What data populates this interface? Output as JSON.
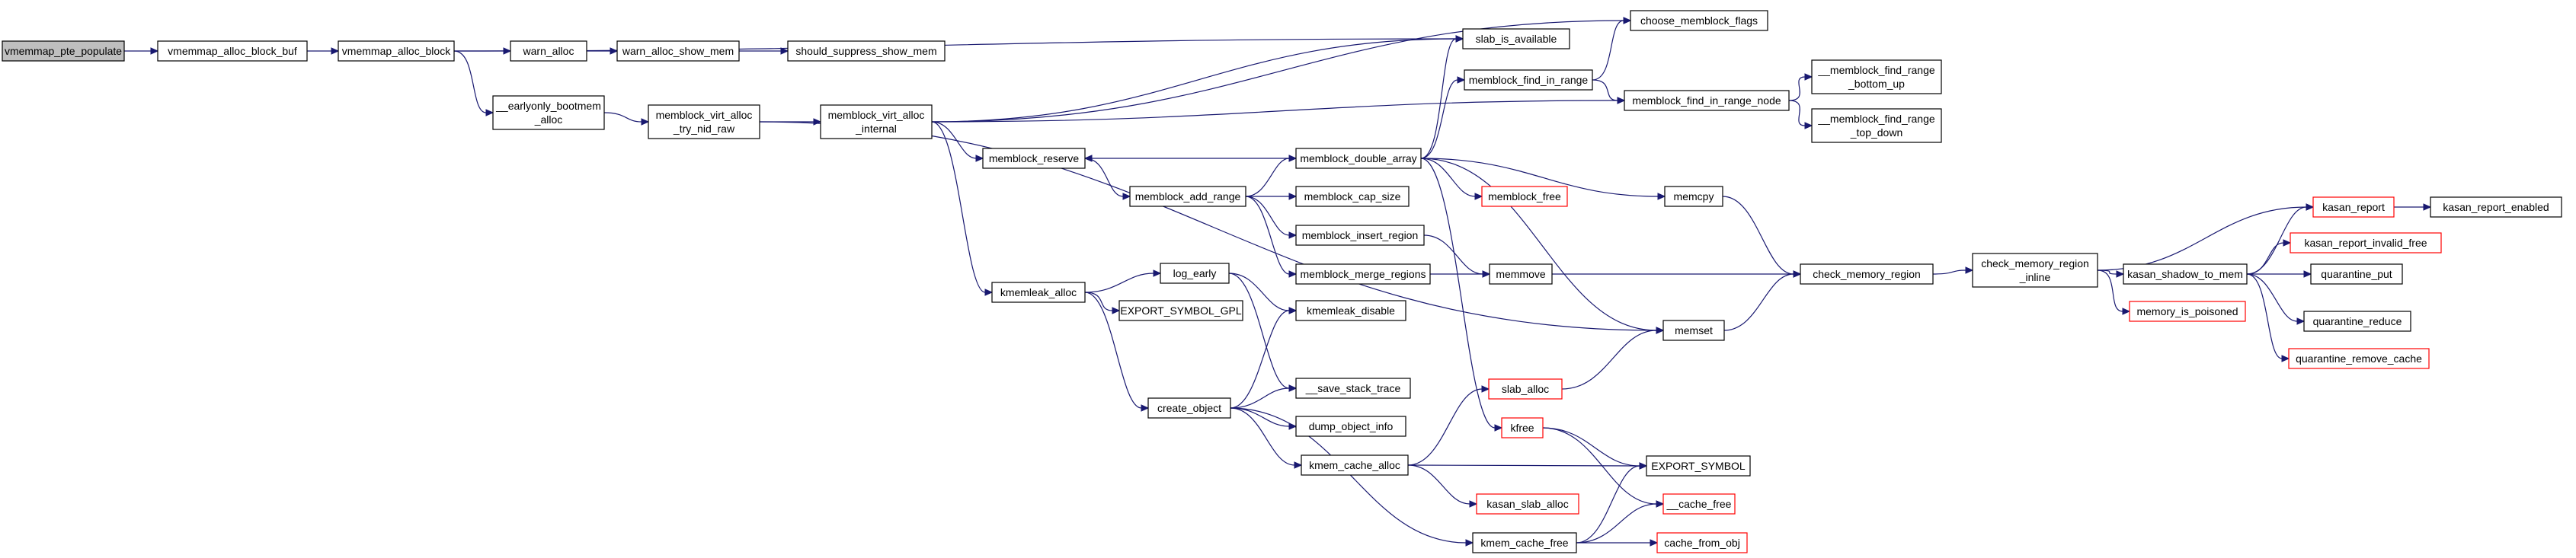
{
  "graph": {
    "nodes": {
      "vmemmap_pte_populate": "vmemmap_pte_populate",
      "vmemmap_alloc_block_buf": "vmemmap_alloc_block_buf",
      "vmemmap_alloc_block": "vmemmap_alloc_block",
      "warn_alloc": "warn_alloc",
      "warn_alloc_show_mem": "warn_alloc_show_mem",
      "should_suppress_show_mem": "should_suppress_show_mem",
      "earlyonly_bootmem_alloc": [
        "__earlyonly_bootmem",
        "_alloc"
      ],
      "memblock_virt_alloc_try_nid_raw": [
        "memblock_virt_alloc",
        "_try_nid_raw"
      ],
      "memblock_virt_alloc_internal": [
        "memblock_virt_alloc",
        "_internal"
      ],
      "slab_is_available": "slab_is_available",
      "choose_memblock_flags": "choose_memblock_flags",
      "memblock_find_in_range": "memblock_find_in_range",
      "memblock_find_in_range_node": "memblock_find_in_range_node",
      "memblock_find_range_bottom_up": [
        "__memblock_find_range",
        "_bottom_up"
      ],
      "memblock_find_range_top_down": [
        "__memblock_find_range",
        "_top_down"
      ],
      "memblock_reserve": "memblock_reserve",
      "memblock_double_array": "memblock_double_array",
      "memblock_add_range": "memblock_add_range",
      "memblock_cap_size": "memblock_cap_size",
      "memblock_free": "memblock_free",
      "memblock_insert_region": "memblock_insert_region",
      "memblock_merge_regions": "memblock_merge_regions",
      "memcpy": "memcpy",
      "memmove": "memmove",
      "check_memory_region": "check_memory_region",
      "check_memory_region_inline": [
        "check_memory_region",
        "_inline"
      ],
      "kasan_report": "kasan_report",
      "kasan_report_enabled": "kasan_report_enabled",
      "kasan_shadow_to_mem": "kasan_shadow_to_mem",
      "kasan_report_invalid_free": "kasan_report_invalid_free",
      "memory_is_poisoned": "memory_is_poisoned",
      "quarantine_put": "quarantine_put",
      "quarantine_reduce": "quarantine_reduce",
      "quarantine_remove_cache": "quarantine_remove_cache",
      "memset": "memset",
      "kmemleak_alloc": "kmemleak_alloc",
      "log_early": "log_early",
      "EXPORT_SYMBOL_GPL": "EXPORT_SYMBOL_GPL",
      "kmemleak_disable": "kmemleak_disable",
      "create_object": "create_object",
      "save_stack_trace": "__save_stack_trace",
      "dump_object_info": "dump_object_info",
      "kmem_cache_alloc": "kmem_cache_alloc",
      "kasan_slab_alloc": "kasan_slab_alloc",
      "kmem_cache_free": "kmem_cache_free",
      "slab_alloc": "slab_alloc",
      "kfree": "kfree",
      "EXPORT_SYMBOL": "EXPORT_SYMBOL",
      "cache_free": "__cache_free",
      "cache_from_obj": "cache_from_obj"
    },
    "root_node": "vmemmap_pte_populate",
    "truncated_nodes": [
      "memblock_free",
      "kasan_report",
      "kasan_report_invalid_free",
      "memory_is_poisoned",
      "quarantine_remove_cache",
      "kasan_slab_alloc",
      "slab_alloc",
      "kfree",
      "cache_free",
      "cache_from_obj"
    ],
    "edges": [
      [
        "vmemmap_pte_populate",
        "vmemmap_alloc_block_buf"
      ],
      [
        "vmemmap_alloc_block_buf",
        "vmemmap_alloc_block"
      ],
      [
        "vmemmap_alloc_block",
        "warn_alloc"
      ],
      [
        "vmemmap_alloc_block",
        "slab_is_available"
      ],
      [
        "vmemmap_alloc_block",
        "earlyonly_bootmem_alloc"
      ],
      [
        "warn_alloc",
        "warn_alloc_show_mem"
      ],
      [
        "warn_alloc_show_mem",
        "should_suppress_show_mem"
      ],
      [
        "earlyonly_bootmem_alloc",
        "memblock_virt_alloc_try_nid_raw"
      ],
      [
        "memblock_virt_alloc_try_nid_raw",
        "memblock_virt_alloc_internal"
      ],
      [
        "memblock_virt_alloc_try_nid_raw",
        "memset"
      ],
      [
        "memblock_virt_alloc_internal",
        "slab_is_available"
      ],
      [
        "memblock_virt_alloc_internal",
        "choose_memblock_flags"
      ],
      [
        "memblock_virt_alloc_internal",
        "memblock_find_in_range_node"
      ],
      [
        "memblock_virt_alloc_internal",
        "memblock_reserve"
      ],
      [
        "memblock_virt_alloc_internal",
        "kmemleak_alloc"
      ],
      [
        "memblock_find_in_range",
        "choose_memblock_flags"
      ],
      [
        "memblock_find_in_range",
        "memblock_find_in_range_node"
      ],
      [
        "memblock_find_in_range_node",
        "memblock_find_range_bottom_up"
      ],
      [
        "memblock_find_in_range_node",
        "memblock_find_range_top_down"
      ],
      [
        "memblock_reserve",
        "memblock_add_range"
      ],
      [
        "memblock_add_range",
        "memblock_double_array"
      ],
      [
        "memblock_add_range",
        "memblock_cap_size"
      ],
      [
        "memblock_add_range",
        "memblock_insert_region"
      ],
      [
        "memblock_add_range",
        "memblock_merge_regions"
      ],
      [
        "memblock_double_array",
        "slab_is_available"
      ],
      [
        "memblock_double_array",
        "memblock_find_in_range"
      ],
      [
        "memblock_double_array",
        "memblock_reserve"
      ],
      [
        "memblock_double_array",
        "memblock_free"
      ],
      [
        "memblock_double_array",
        "memcpy"
      ],
      [
        "memblock_double_array",
        "memset"
      ],
      [
        "memblock_double_array",
        "kfree"
      ],
      [
        "memblock_insert_region",
        "memmove"
      ],
      [
        "memblock_merge_regions",
        "memmove"
      ],
      [
        "memcpy",
        "check_memory_region"
      ],
      [
        "memmove",
        "check_memory_region"
      ],
      [
        "memset",
        "check_memory_region"
      ],
      [
        "check_memory_region",
        "check_memory_region_inline"
      ],
      [
        "check_memory_region_inline",
        "kasan_report"
      ],
      [
        "check_memory_region_inline",
        "kasan_shadow_to_mem"
      ],
      [
        "check_memory_region_inline",
        "memory_is_poisoned"
      ],
      [
        "kasan_report",
        "kasan_report_enabled"
      ],
      [
        "kasan_shadow_to_mem",
        "kasan_report"
      ],
      [
        "kasan_shadow_to_mem",
        "kasan_report_invalid_free"
      ],
      [
        "kasan_shadow_to_mem",
        "quarantine_put"
      ],
      [
        "kasan_shadow_to_mem",
        "quarantine_reduce"
      ],
      [
        "kasan_shadow_to_mem",
        "quarantine_remove_cache"
      ],
      [
        "kmemleak_alloc",
        "log_early"
      ],
      [
        "kmemleak_alloc",
        "EXPORT_SYMBOL_GPL"
      ],
      [
        "kmemleak_alloc",
        "create_object"
      ],
      [
        "log_early",
        "kmemleak_disable"
      ],
      [
        "log_early",
        "save_stack_trace"
      ],
      [
        "create_object",
        "kmemleak_disable"
      ],
      [
        "create_object",
        "save_stack_trace"
      ],
      [
        "create_object",
        "dump_object_info"
      ],
      [
        "create_object",
        "kmem_cache_alloc"
      ],
      [
        "create_object",
        "kmem_cache_free"
      ],
      [
        "kmem_cache_alloc",
        "slab_alloc"
      ],
      [
        "kmem_cache_alloc",
        "EXPORT_SYMBOL"
      ],
      [
        "kmem_cache_alloc",
        "kasan_slab_alloc"
      ],
      [
        "slab_alloc",
        "memset"
      ],
      [
        "kfree",
        "EXPORT_SYMBOL"
      ],
      [
        "kfree",
        "cache_free"
      ],
      [
        "kmem_cache_free",
        "EXPORT_SYMBOL"
      ],
      [
        "kmem_cache_free",
        "cache_free"
      ],
      [
        "kmem_cache_free",
        "cache_from_obj"
      ]
    ],
    "colors": {
      "edge": "#191970",
      "root_fill": "#bfbfbf",
      "node_border": "#000000",
      "truncated_border": "#ff0000",
      "background": "#ffffff"
    }
  }
}
